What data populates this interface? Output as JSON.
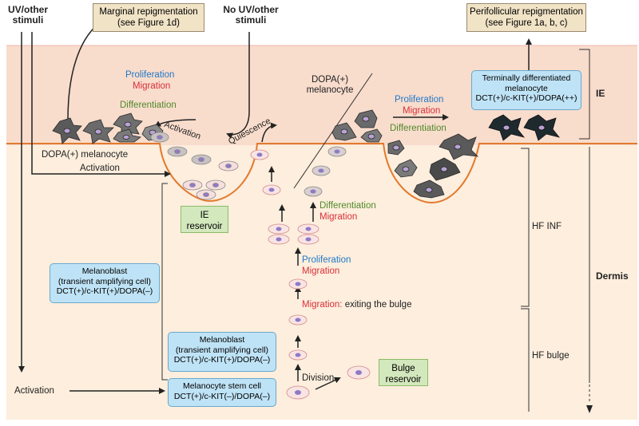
{
  "labels": {
    "uv_other": [
      "UV/other",
      "stimuli"
    ],
    "no_uv_other": [
      "No UV/other",
      "stimuli"
    ],
    "marginal_box": [
      "Marginal repigmentation",
      "(see Figure 1d)"
    ],
    "perifollicular_box": [
      "Perifollicular repigmentation",
      "(see Figure 1a, b, c)"
    ],
    "proliferation": "Proliferation",
    "migration": "Migration",
    "differentiation": "Differentiation",
    "activation": "Activation",
    "quiescence": "Quiescence",
    "dopa_melanocyte": "DOPA(+) melanocyte",
    "dopa_plus": [
      "DOPA(+)",
      "melanocyte"
    ],
    "terminally": [
      "Terminally differentiated",
      "melanocyte",
      "DCT(+)/c-KIT(+)/DOPA(++)"
    ],
    "ie": "IE",
    "dermis": "Dermis",
    "hf_inf": "HF INF",
    "hf_bulge": "HF bulge",
    "ie_reservoir": [
      "IE",
      "reservoir"
    ],
    "bulge_reservoir": [
      "Bulge",
      "reservoir"
    ],
    "melanoblast": [
      "Melanoblast",
      "(transient amplifying cell)",
      "DCT(+)/c-KIT(+)/DOPA(–)"
    ],
    "stem_cell": [
      "Melanocyte stem cell",
      "DCT(+)/c-KIT(–)/DOPA(–)"
    ],
    "migration_exiting": "exiting the bulge",
    "migration_colon": "Migration:",
    "division": "Division"
  },
  "colors": {
    "epidermis": "#f8dccc",
    "dermis": "#fdeedd",
    "membrane": "#e27a2e",
    "proliferation": "#1f78c8",
    "migration": "#d8303a",
    "differentiation": "#4f8a2a"
  }
}
